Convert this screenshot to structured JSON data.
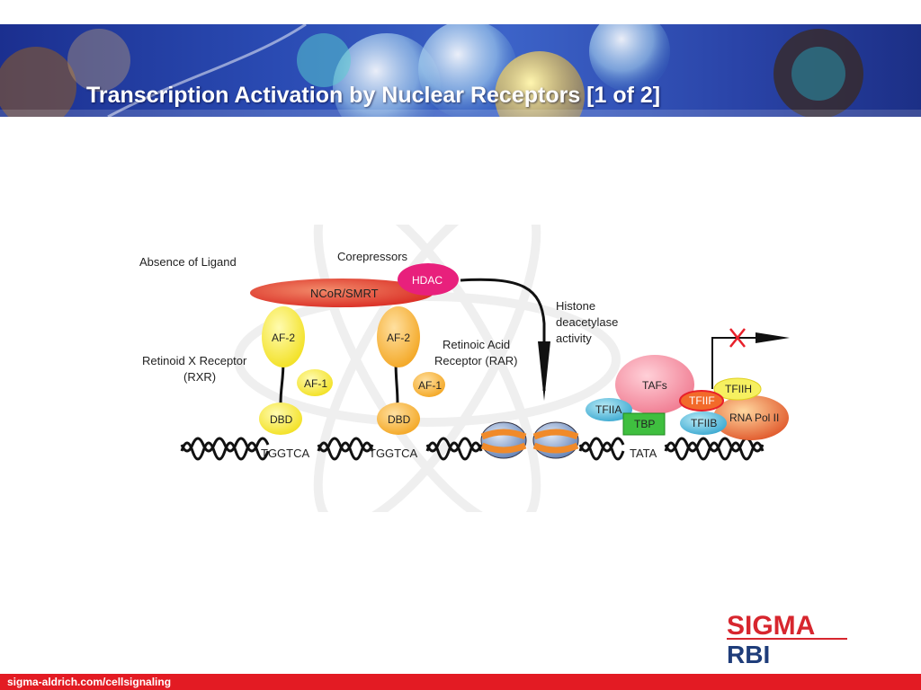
{
  "slide": {
    "title": "Transcription Activation by Nuclear Receptors [1 of 2]",
    "footer_url": "sigma-aldrich.com/cellsignaling"
  },
  "diagram": {
    "absence_label": "Absence of Ligand",
    "corepressors_label": "Corepressors",
    "hdac": "HDAC",
    "ncor": "NCoR/SMRT",
    "histone_line1": "Histone",
    "histone_line2": "deacetylase",
    "histone_line3": "activity",
    "rxr_line1": "Retinoid X Receptor",
    "rxr_line2": "(RXR)",
    "rar_line1": "Retinoic Acid",
    "rar_line2": "Receptor  (RAR)",
    "af2_left": "AF-2",
    "af2_right": "AF-2",
    "af1_left": "AF-1",
    "af1_right": "AF-1",
    "dbd_left": "DBD",
    "dbd_right": "DBD",
    "seq_left": "TGGTCA",
    "seq_right": "TGGTCA",
    "tata": "TATA",
    "tafs": "TAFs",
    "tfiia": "TFIIA",
    "tbp": "TBP",
    "tfiif": "TFIIF",
    "tfiib": "TFIIB",
    "tfiih": "TFIIH",
    "rna_pol": "RNA Pol II"
  },
  "logo": {
    "sigma": "SIGMA",
    "rbi": "RBI"
  },
  "colors": {
    "footer_red": "#e31b23",
    "banner_blue": "#2a4bb3",
    "logo_red": "#d7262e",
    "logo_blue": "#1f3d7a"
  }
}
